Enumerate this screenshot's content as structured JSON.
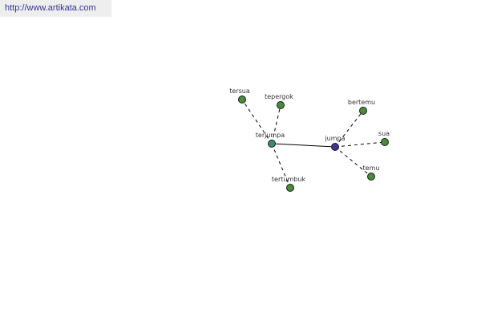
{
  "header": {
    "url": "http://www.artikata.com"
  },
  "colors": {
    "url_text": "#333399",
    "url_bg": "#eeeeee",
    "edge": "#000000",
    "central_node_fill": "#3a3a8c",
    "hub_node_fill": "#3a8c6a",
    "leaf_node_fill": "#4a8a3a",
    "node_stroke": "#1a1a1a",
    "label": "#333333"
  },
  "graph": {
    "nodes": [
      {
        "id": "jumpa",
        "label": "jumpa",
        "kind": "central"
      },
      {
        "id": "terjumpa",
        "label": "terjumpa",
        "kind": "hub"
      },
      {
        "id": "tersua",
        "label": "tersua",
        "kind": "leaf"
      },
      {
        "id": "tepergok",
        "label": "tepergok",
        "kind": "leaf"
      },
      {
        "id": "tertumbuk",
        "label": "tertumbuk",
        "kind": "leaf"
      },
      {
        "id": "bertemu",
        "label": "bertemu",
        "kind": "leaf"
      },
      {
        "id": "sua",
        "label": "sua",
        "kind": "leaf"
      },
      {
        "id": "temu",
        "label": "temu",
        "kind": "leaf"
      }
    ],
    "edges": [
      {
        "from": "jumpa",
        "to": "terjumpa",
        "style": "solid"
      },
      {
        "from": "jumpa",
        "to": "bertemu",
        "style": "dashed"
      },
      {
        "from": "jumpa",
        "to": "sua",
        "style": "dashed"
      },
      {
        "from": "jumpa",
        "to": "temu",
        "style": "dashed"
      },
      {
        "from": "terjumpa",
        "to": "tersua",
        "style": "dashed"
      },
      {
        "from": "terjumpa",
        "to": "tepergok",
        "style": "dashed"
      },
      {
        "from": "terjumpa",
        "to": "tertumbuk",
        "style": "dashed"
      }
    ]
  }
}
